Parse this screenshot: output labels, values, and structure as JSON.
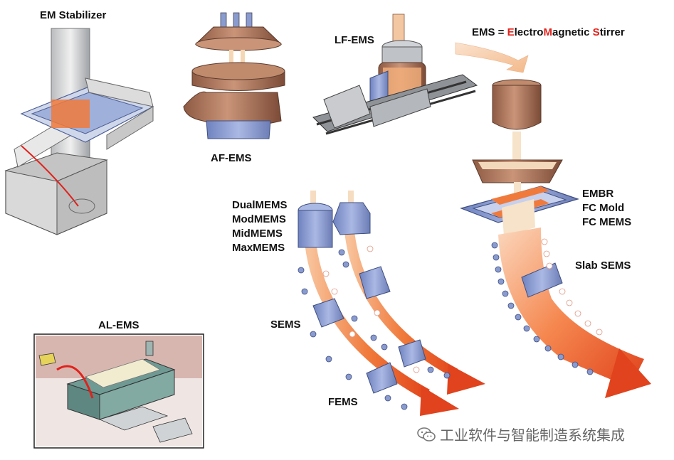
{
  "definition": {
    "prefix": "EMS = ",
    "p1": "E",
    "p2": "lectro",
    "p3": "M",
    "p4": "agnetic ",
    "p5": "S",
    "p6": "tirrer"
  },
  "labels": {
    "em_stabilizer": "EM Stabilizer",
    "lf_ems": "LF-EMS",
    "af_ems": "AF-EMS",
    "mold_ems": [
      "DualMEMS",
      "ModMEMS",
      "MidMEMS",
      "MaxMEMS"
    ],
    "slab_mold": [
      "EMBR",
      "FC Mold",
      "FC MEMS"
    ],
    "slab_sems": "Slab SEMS",
    "sems": "SEMS",
    "fems": "FEMS",
    "al_ems": "AL-EMS"
  },
  "watermark": {
    "icon": "wechat-icon",
    "text": "工业软件与智能制造系统集成"
  },
  "colors": {
    "accent_red": "#e0221c",
    "coil_blue": "#8a9bd0",
    "copper": "#a8735a",
    "strand_orange": "#f07a3c"
  }
}
